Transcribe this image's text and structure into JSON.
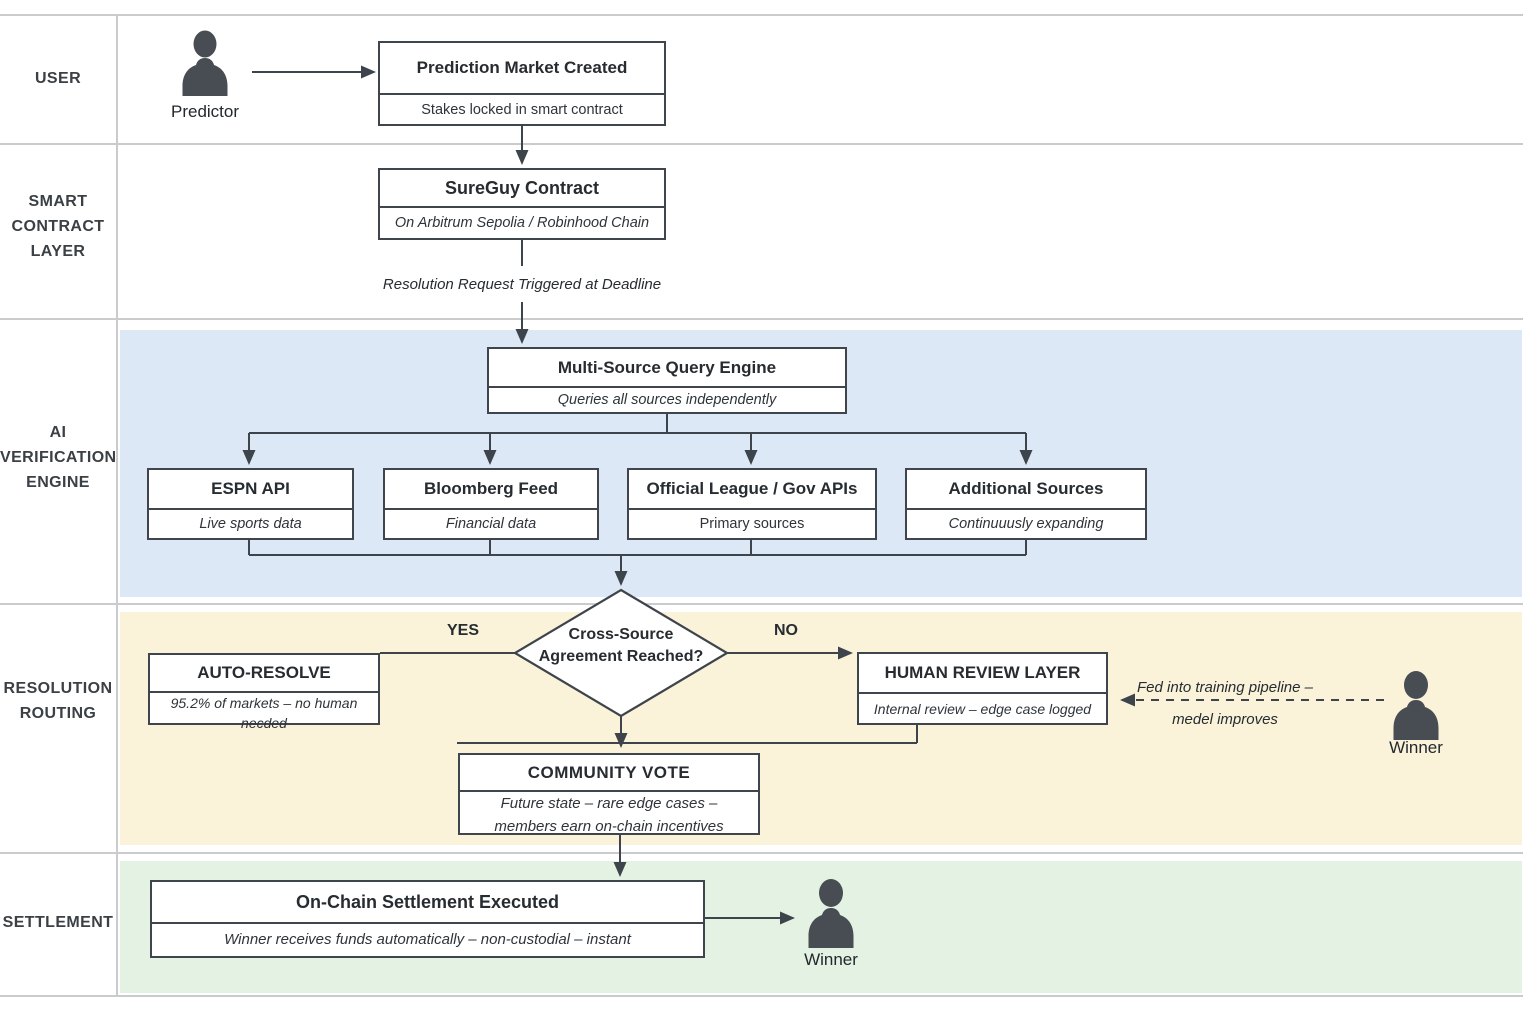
{
  "colors": {
    "ai_lane_bg": "#dce8f6",
    "resolution_lane_bg": "#faf3da",
    "settlement_lane_bg": "#e4f2e3",
    "connector": "#3e444b",
    "lane_grid": "#c9cbcd",
    "person_icon": "#474d52"
  },
  "lanes": [
    {
      "id": "user",
      "lines": [
        "USER"
      ]
    },
    {
      "id": "smart-contract-layer",
      "lines": [
        "SMART",
        "CONTRACT",
        "LAYER"
      ]
    },
    {
      "id": "ai-verification-engine",
      "lines": [
        "AI",
        "VERIFICATION",
        "ENGINE"
      ]
    },
    {
      "id": "resolution-routing",
      "lines": [
        "RESOLUTION",
        "ROUTING"
      ]
    },
    {
      "id": "settlement",
      "lines": [
        "SETTLEMENT"
      ]
    }
  ],
  "actors": {
    "predictor": {
      "label": "Predictor"
    },
    "winner_routing": {
      "label": "Winner"
    },
    "winner_settlement": {
      "label": "Winner"
    }
  },
  "nodes": {
    "market_created": {
      "title": "Prediction Market Created",
      "subtitle": "Stakes locked in smart contract"
    },
    "sureguy": {
      "title": "SureGuy Contract",
      "subtitle": "On Arbitrum Sepolia / Robinhood Chain"
    },
    "query_engine": {
      "title": "Multi-Source Query Engine",
      "subtitle": "Queries all sources independently"
    },
    "espn": {
      "title": "ESPN API",
      "subtitle": "Live sports data"
    },
    "bloomberg": {
      "title": "Bloomberg Feed",
      "subtitle": "Financial data"
    },
    "official": {
      "title": "Official League / Gov APIs",
      "subtitle": "Primary sources"
    },
    "additional": {
      "title": "Additional Sources",
      "subtitle": "Continuuusly expanding"
    },
    "auto_resolve": {
      "title": "AUTO-RESOLVE",
      "subtitle": "95.2% of markets – no human necded"
    },
    "human_review": {
      "title": "HUMAN REVIEW LAYER",
      "subtitle": "Internal review – edge case logged"
    },
    "community_vote": {
      "title": "COMMUNITY VOTE",
      "subtitle_lines": [
        "Future state – rare edge cases –",
        "members earn on-chain incentives"
      ]
    },
    "settlement_box": {
      "title": "On-Chain Settlement Executed",
      "subtitle": "Winner receives funds automatically – non-custodial – instant"
    }
  },
  "decision": {
    "lines": [
      "Cross-Source",
      "Agreement Reached?"
    ],
    "yes_label": "YES",
    "no_label": "NO"
  },
  "edge_labels": {
    "resolution_request": "Resolution Request Triggered at Deadline",
    "feedback_lines": [
      "Fed into training pipeline –",
      "medel improves"
    ]
  }
}
